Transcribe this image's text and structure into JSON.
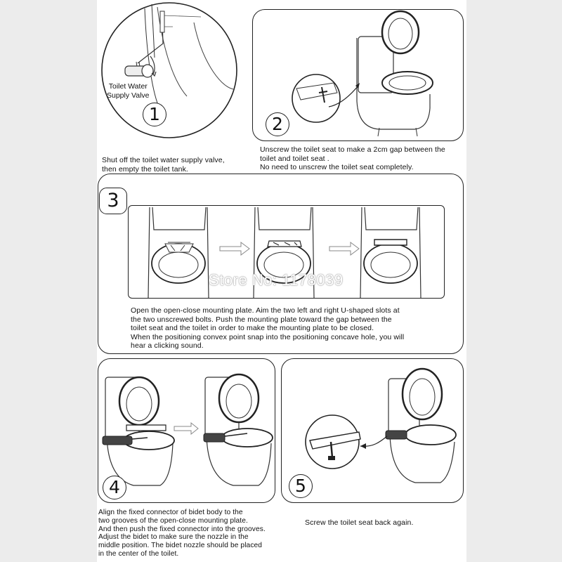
{
  "steps": [
    {
      "number": "1",
      "label": "Toilet Water Supply Valve",
      "label_lines": [
        "Toilet Water",
        "Supply Valve"
      ],
      "caption_lines": [
        "Shut off the toilet water supply valve,",
        "then empty the toilet tank."
      ]
    },
    {
      "number": "2",
      "caption_lines": [
        "Unscrew the toilet seat to make a  2cm gap between the",
        "toilet and toilet  seat .",
        "No need to unscrew the toilet seat completely."
      ]
    },
    {
      "number": "3",
      "caption_lines": [
        "Open the open-close mounting plate.  Aim the two left and right U-shaped slots at",
        "the two unscrewed bolts.  Push the mounting plate toward the gap between the",
        "toilet seat and the toilet in order to make the mounting plate to be closed.",
        "When the positioning convex point snap  into the positioning concave hole, you will",
        "hear a clicking sound."
      ]
    },
    {
      "number": "4",
      "caption_lines": [
        "Align the fixed connector of bidet body to the",
        "two grooves of the open-close mounting plate.",
        " And then push the fixed connector into the grooves.",
        "Adjust the bidet  to make sure the nozzle in the",
        "middle position. The bidet nozzle should be placed",
        "in the center of the toilet."
      ]
    },
    {
      "number": "5",
      "caption_lines": [
        "Screw the toilet seat back again."
      ]
    }
  ],
  "watermark": "Store No: 1178039"
}
